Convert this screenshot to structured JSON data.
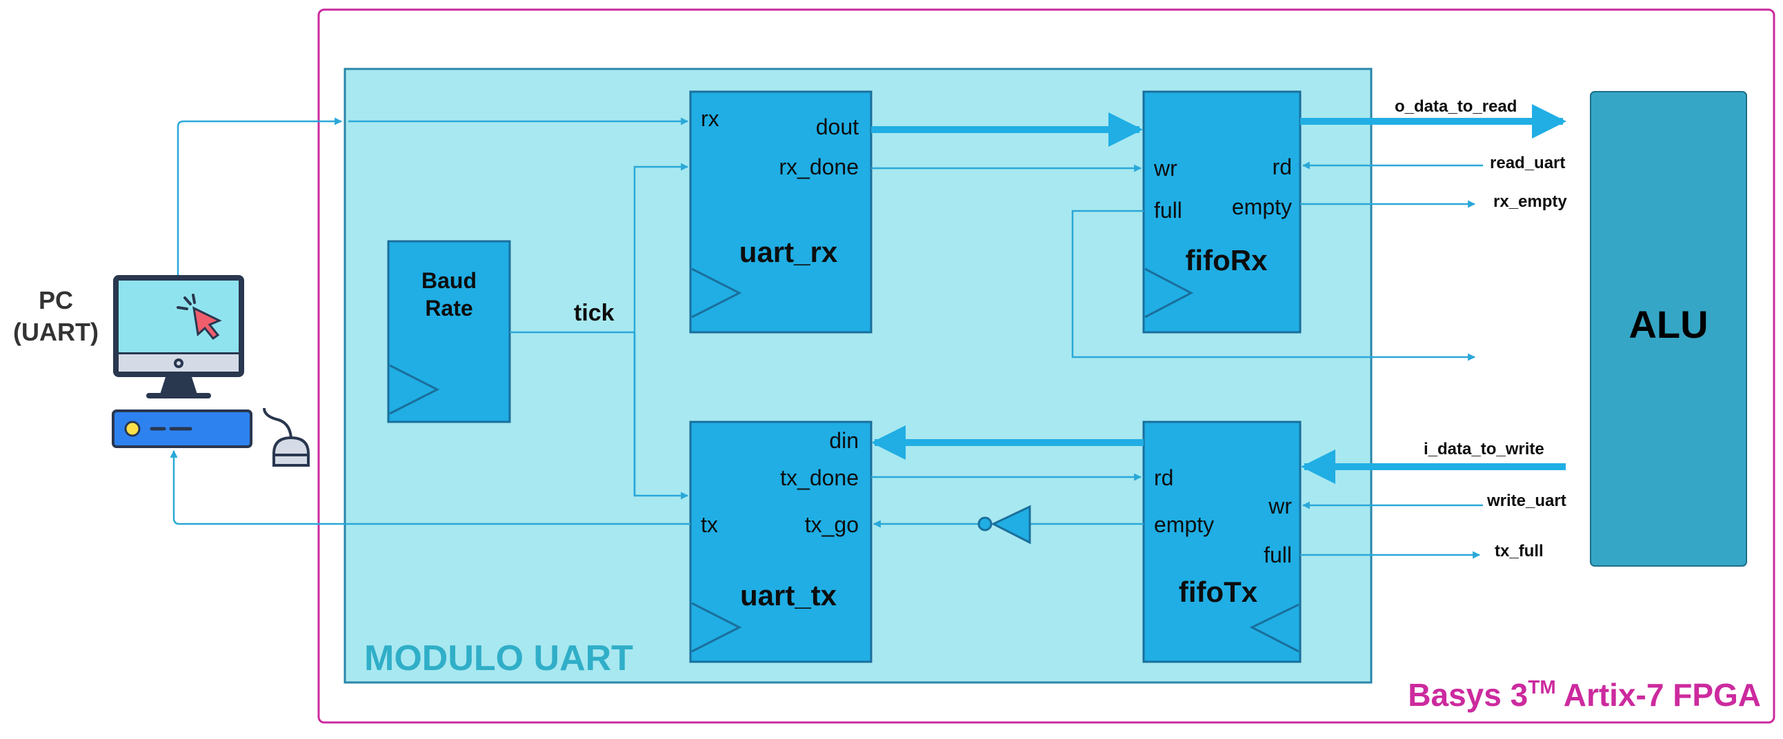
{
  "colors": {
    "fpga_border": "#cc2a9e",
    "module_fill": "#a8e8f0",
    "block_fill": "#20aee4",
    "alu_fill": "#36a6c6",
    "wire": "#2aa8d8",
    "fpga_label": "#cc2a9e",
    "module_label": "#30aec8"
  },
  "pc": {
    "label_line1": "PC",
    "label_line2": "(UART)",
    "icon": "desktop-computer-icon"
  },
  "fpga": {
    "label_main": "Basys 3",
    "label_sup": "TM",
    "label_rest": " Artix-7 FPGA"
  },
  "module": {
    "label": "MODULO UART"
  },
  "baud": {
    "line1": "Baud",
    "line2": "Rate",
    "tick": "tick"
  },
  "uart_rx": {
    "title": "uart_rx",
    "rx": "rx",
    "dout": "dout",
    "rx_done": "rx_done"
  },
  "uart_tx": {
    "title": "uart_tx",
    "din": "din",
    "tx_done": "tx_done",
    "tx": "tx",
    "tx_go": "tx_go"
  },
  "fifo_rx": {
    "title": "fifoRx",
    "wr": "wr",
    "rd": "rd",
    "full": "full",
    "empty": "empty"
  },
  "fifo_tx": {
    "title": "fifoTx",
    "rd": "rd",
    "wr": "wr",
    "empty": "empty",
    "full": "full"
  },
  "alu": {
    "label": "ALU"
  },
  "signals": {
    "o_data_to_read": "o_data_to_read",
    "read_uart": "read_uart",
    "rx_empty": "rx_empty",
    "i_data_to_write": "i_data_to_write",
    "write_uart": "write_uart",
    "tx_full": "tx_full"
  }
}
